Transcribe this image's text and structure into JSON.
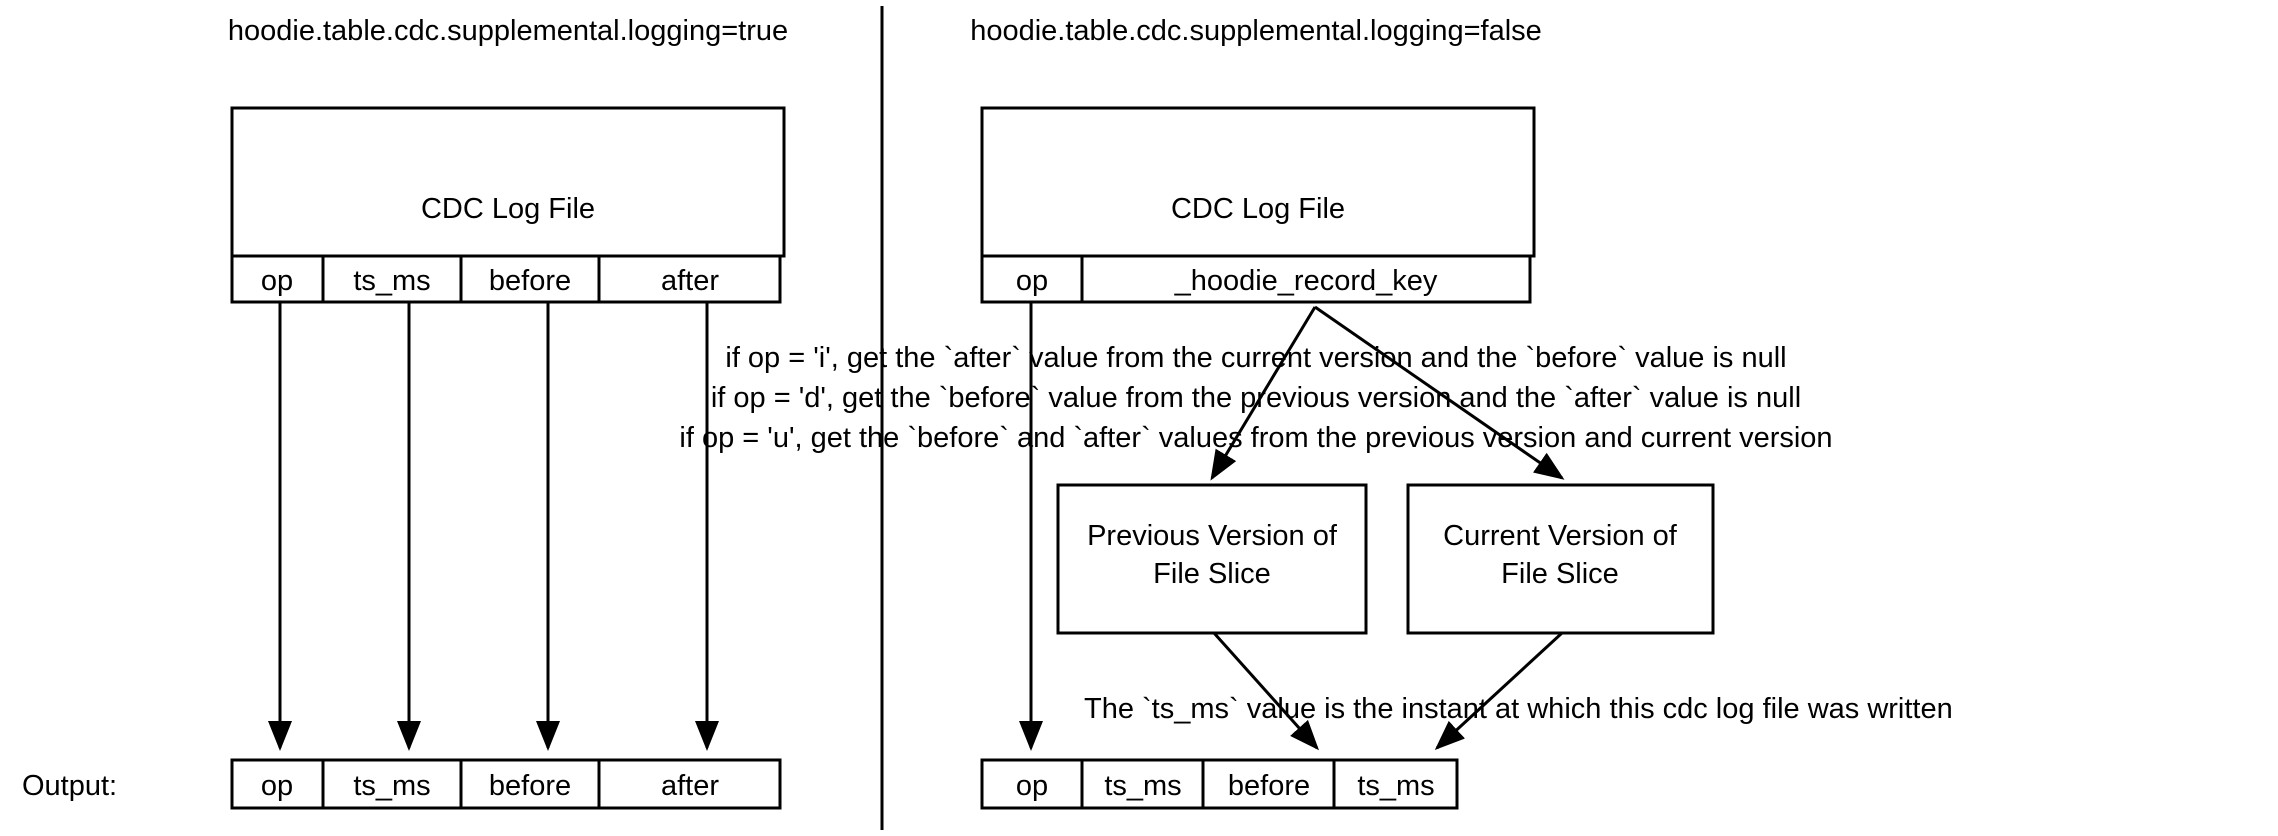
{
  "panels": [
    {
      "title": "hoodie.table.cdc.supplemental.logging=true",
      "source_box_label": "CDC Log File",
      "source_columns": [
        "op",
        "ts_ms",
        "before",
        "after"
      ],
      "output_label": "Output:",
      "output_columns": [
        "op",
        "ts_ms",
        "before",
        "after"
      ]
    },
    {
      "title": "hoodie.table.cdc.supplemental.logging=false",
      "source_box_label": "CDC Log File",
      "source_columns": [
        "op",
        "_hoodie_record_key"
      ],
      "notes": [
        "if op = 'i', get the `after` value from the current version and the `before` value is null",
        "if op = 'd', get the `before` value from the previous version  and the `after` value is null",
        "if op = 'u', get the `before` and `after` values from the previous version and current version"
      ],
      "version_boxes": [
        {
          "line1": "Previous Version of",
          "line2": "File Slice"
        },
        {
          "line1": "Current Version of",
          "line2": "File Slice"
        }
      ],
      "ts_note": "The `ts_ms` value is the instant at which this cdc log file was written",
      "output_columns": [
        "op",
        "ts_ms",
        "before",
        "ts_ms"
      ]
    }
  ],
  "colors": {
    "stroke": "#000000",
    "background": "#ffffff",
    "text": "#000000"
  }
}
